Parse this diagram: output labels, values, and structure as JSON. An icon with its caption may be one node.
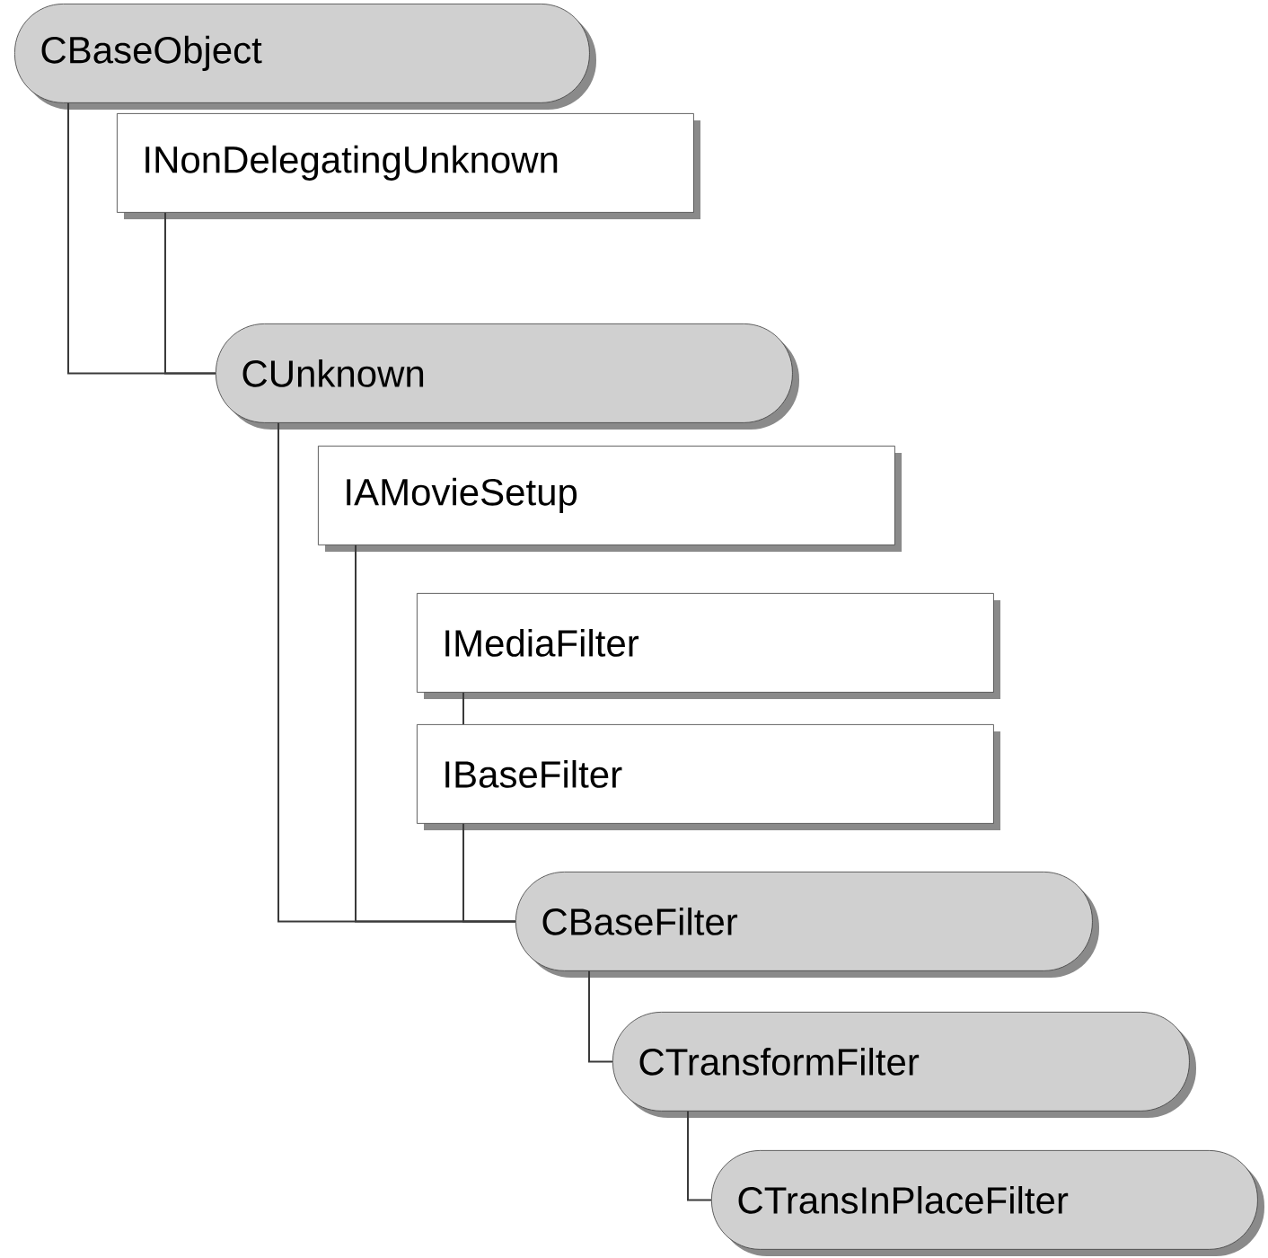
{
  "diagram": {
    "nodes": [
      {
        "text": [
          "CBaseObject"
        ]
      },
      {
        "text": [
          "INonDelegatingUnknown"
        ]
      },
      {
        "text": [
          "CUnknown"
        ]
      },
      {
        "text": [
          "IAMovieSetup"
        ]
      },
      {
        "text": [
          "IMediaFilter"
        ]
      },
      {
        "text": [
          "IBaseFilter"
        ]
      },
      {
        "text": [
          "CBaseFilter"
        ]
      },
      {
        "text": [
          "CTransformFilter"
        ]
      },
      {
        "text": [
          "CTransInPlaceFilter"
        ]
      }
    ],
    "edges": [
      {
        "from": 0,
        "to": 2,
        "arrow": "none"
      },
      {
        "from": 1,
        "to": 2,
        "arrow": "none"
      },
      {
        "from": 2,
        "to": 6,
        "arrow": "none"
      },
      {
        "from": 3,
        "to": 6,
        "arrow": "none"
      },
      {
        "from": 4,
        "to": 5,
        "arrow": "none"
      },
      {
        "from": 5,
        "to": 6,
        "arrow": "none"
      },
      {
        "from": 6,
        "to": 7,
        "arrow": "none"
      },
      {
        "from": 7,
        "to": 8,
        "arrow": "none"
      }
    ]
  }
}
